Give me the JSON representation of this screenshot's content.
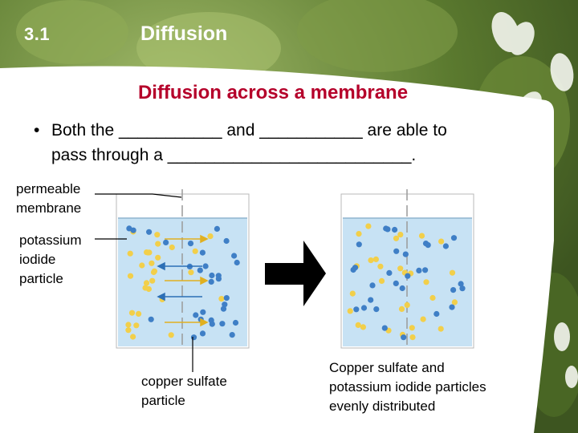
{
  "header": {
    "section_number": "3.1",
    "title": "Diffusion"
  },
  "content": {
    "subtitle": "Diffusion across a membrane",
    "bullet_marker": "•",
    "bullet_line1": "Both the ___________ and ___________ are able to",
    "bullet_line2": "pass through a __________________________."
  },
  "diagram": {
    "label_permeable_line1": "permeable",
    "label_permeable_line2": "membrane",
    "label_potassium_line1": "potassium",
    "label_potassium_line2": "iodide",
    "label_potassium_line3": "particle",
    "label_copper_line1": "copper sulfate",
    "label_copper_line2": "particle",
    "label_result_line1": "Copper sulfate and",
    "label_result_line2": "potassium iodide particles",
    "label_result_line3": "evenly distributed",
    "colors": {
      "potassium_iodide": "#f2cf4a",
      "copper_sulfate": "#3f7fc6",
      "water": "#c7e2f4",
      "title_red": "#b5002a"
    }
  }
}
